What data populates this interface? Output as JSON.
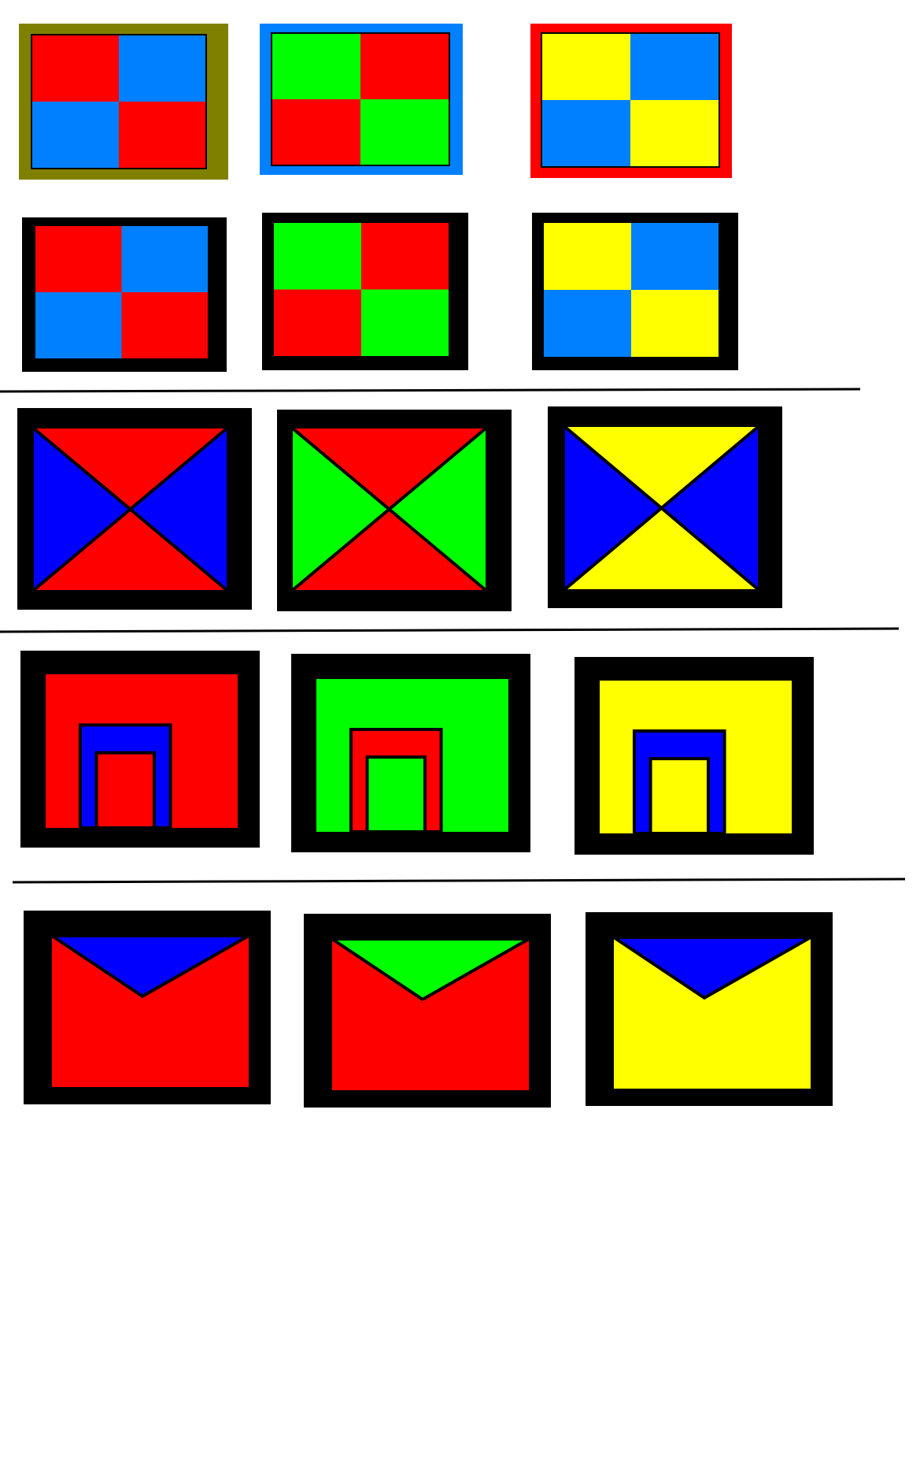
{
  "colors": {
    "background": "#ffffff",
    "frame_dark": "#000000",
    "olive": "#808000",
    "red": "#ff0000",
    "azure": "#0080ff",
    "green": "#00ff00",
    "yellow": "#ffff00",
    "blue": "#0000ff",
    "divider": "#000000"
  },
  "rows": [
    {
      "name": "checker-with-colored-borders",
      "tiles": [
        {
          "pattern": "checker",
          "border": "olive",
          "cells": [
            "red",
            "azure",
            "azure",
            "red"
          ]
        },
        {
          "pattern": "checker",
          "border": "azure",
          "cells": [
            "green",
            "red",
            "red",
            "green"
          ]
        },
        {
          "pattern": "checker",
          "border": "red",
          "cells": [
            "yellow",
            "azure",
            "azure",
            "yellow"
          ]
        }
      ]
    },
    {
      "name": "checker-with-black-borders",
      "tiles": [
        {
          "pattern": "checker",
          "border": "frame_dark",
          "cells": [
            "red",
            "azure",
            "azure",
            "red"
          ]
        },
        {
          "pattern": "checker",
          "border": "frame_dark",
          "cells": [
            "green",
            "red",
            "red",
            "green"
          ]
        },
        {
          "pattern": "checker",
          "border": "frame_dark",
          "cells": [
            "yellow",
            "azure",
            "azure",
            "yellow"
          ]
        }
      ]
    },
    {
      "name": "x-cross",
      "tiles": [
        {
          "pattern": "x-cross",
          "border": "frame_dark",
          "top_bottom": "red",
          "left_right": "blue"
        },
        {
          "pattern": "x-cross",
          "border": "frame_dark",
          "top_bottom": "red",
          "left_right": "green"
        },
        {
          "pattern": "x-cross",
          "border": "frame_dark",
          "top_bottom": "yellow",
          "left_right": "blue"
        }
      ]
    },
    {
      "name": "nested-doors",
      "tiles": [
        {
          "pattern": "nested-doors",
          "border": "frame_dark",
          "outer": "red",
          "middle": "blue",
          "inner": "red"
        },
        {
          "pattern": "nested-doors",
          "border": "frame_dark",
          "outer": "green",
          "middle": "red",
          "inner": "green"
        },
        {
          "pattern": "nested-doors",
          "border": "frame_dark",
          "outer": "yellow",
          "middle": "blue",
          "inner": "yellow"
        }
      ]
    },
    {
      "name": "envelopes",
      "tiles": [
        {
          "pattern": "envelope",
          "border": "frame_dark",
          "body": "red",
          "flap": "blue"
        },
        {
          "pattern": "envelope",
          "border": "frame_dark",
          "body": "red",
          "flap": "green"
        },
        {
          "pattern": "envelope",
          "border": "frame_dark",
          "body": "yellow",
          "flap": "blue"
        }
      ]
    }
  ]
}
